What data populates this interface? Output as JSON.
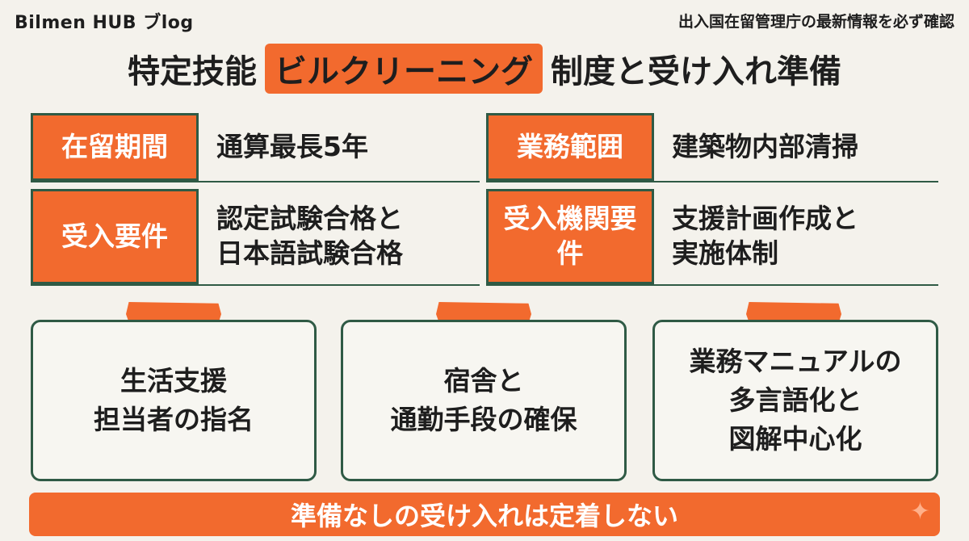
{
  "header": {
    "brand": "Bilmen HUB ブlog",
    "notice": "出入国在留管理庁の最新情報を必ず確認"
  },
  "title": {
    "before": "特定技能",
    "highlight": "ビルクリーニング",
    "after": "制度と受け入れ準備"
  },
  "info": [
    {
      "label": "在留期間",
      "value": "通算最長5年"
    },
    {
      "label": "業務範囲",
      "value": "建築物内部清掃"
    },
    {
      "label": "受入要件",
      "value": "認定試験合格と\n日本語試験合格"
    },
    {
      "label": "受入機関要\n件",
      "value": "支援計画作成と\n実施体制"
    }
  ],
  "cards": [
    {
      "text": "生活支援\n担当者の指名"
    },
    {
      "text": "宿舎と\n通勤手段の確保"
    },
    {
      "text": "業務マニュアルの\n多言語化と\n図解中心化"
    }
  ],
  "footer": {
    "text": "準備なしの受け入れは定着しない"
  },
  "icons": {
    "sparkle": "sparkle-icon"
  },
  "colors": {
    "accent": "#f26a2e",
    "border": "#2f5a45",
    "background": "#f4f2ec"
  }
}
